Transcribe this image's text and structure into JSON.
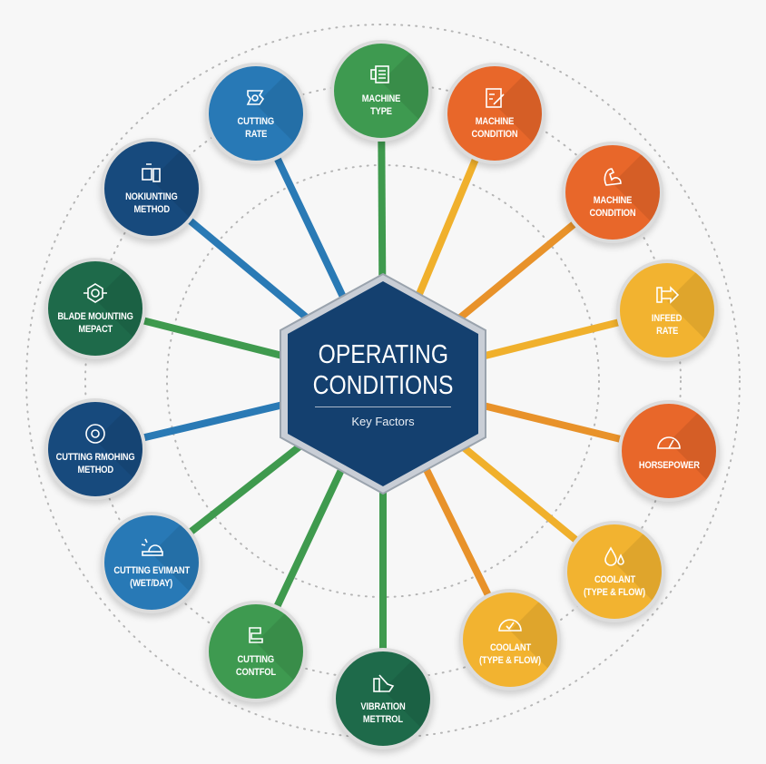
{
  "center": {
    "title_line1": "OPERATING",
    "title_line2": "CONDITIONS",
    "subtitle": "Key Factors",
    "color": "#14406f"
  },
  "colors": {
    "green": "#3e9a50",
    "dark_green": "#1e6a4a",
    "orange": "#e8672a",
    "yellow": "#f2b330",
    "blue": "#2879b6",
    "navy": "#174a7d",
    "line_yellow": "#f0b02c",
    "line_orange": "#e8922a",
    "line_green": "#3f9a4e",
    "line_blue": "#2a7ab5"
  },
  "nodes": [
    {
      "lines": [
        "MACHINE",
        "TYPE"
      ],
      "icon": "machine-icon",
      "fill": "green",
      "line": "line_green"
    },
    {
      "lines": [
        "MACHINE",
        "CONDITION"
      ],
      "icon": "clipboard-wrench-icon",
      "fill": "orange",
      "line": "line_yellow"
    },
    {
      "lines": [
        "MACHINE",
        "CONDITION"
      ],
      "icon": "muscle-arm-icon",
      "fill": "orange",
      "line": "line_orange"
    },
    {
      "lines": [
        "INFEED",
        "RATE"
      ],
      "icon": "arrow-right-icon",
      "fill": "yellow",
      "line": "line_yellow"
    },
    {
      "lines": [
        "HORSEPOWER"
      ],
      "icon": "gauge-icon",
      "fill": "orange",
      "line": "line_orange"
    },
    {
      "lines": [
        "COOLANT",
        "(TYPE & FLOW)"
      ],
      "icon": "droplets-icon",
      "fill": "yellow",
      "line": "line_yellow"
    },
    {
      "lines": [
        "COOLANT",
        "(TYPE & FLOW)"
      ],
      "icon": "gauge-check-icon",
      "fill": "yellow",
      "line": "line_orange"
    },
    {
      "lines": [
        "VIBRATION",
        "METTROL"
      ],
      "icon": "vibration-icon",
      "fill": "dark_green",
      "line": "line_green"
    },
    {
      "lines": [
        "CUTTING",
        "CONTFOL"
      ],
      "icon": "clamp-icon",
      "fill": "green",
      "line": "line_green"
    },
    {
      "lines": [
        "CUTTING EVIMANT",
        "(WET/DAY)"
      ],
      "icon": "environment-icon",
      "fill": "blue",
      "line": "line_green"
    },
    {
      "lines": [
        "CUTTING RMOHING",
        "METHOD"
      ],
      "icon": "gear-circle-icon",
      "fill": "navy",
      "line": "line_blue"
    },
    {
      "lines": [
        "BLADE MOUNTING",
        "MEPACT"
      ],
      "icon": "blade-mount-icon",
      "fill": "dark_green",
      "line": "line_green"
    },
    {
      "lines": [
        "NOKIUNTING",
        "METHOD"
      ],
      "icon": "mounting-icon",
      "fill": "navy",
      "line": "line_blue"
    },
    {
      "lines": [
        "CUTTING",
        "RATE"
      ],
      "icon": "cutting-gear-icon",
      "fill": "blue",
      "line": "line_blue"
    }
  ]
}
